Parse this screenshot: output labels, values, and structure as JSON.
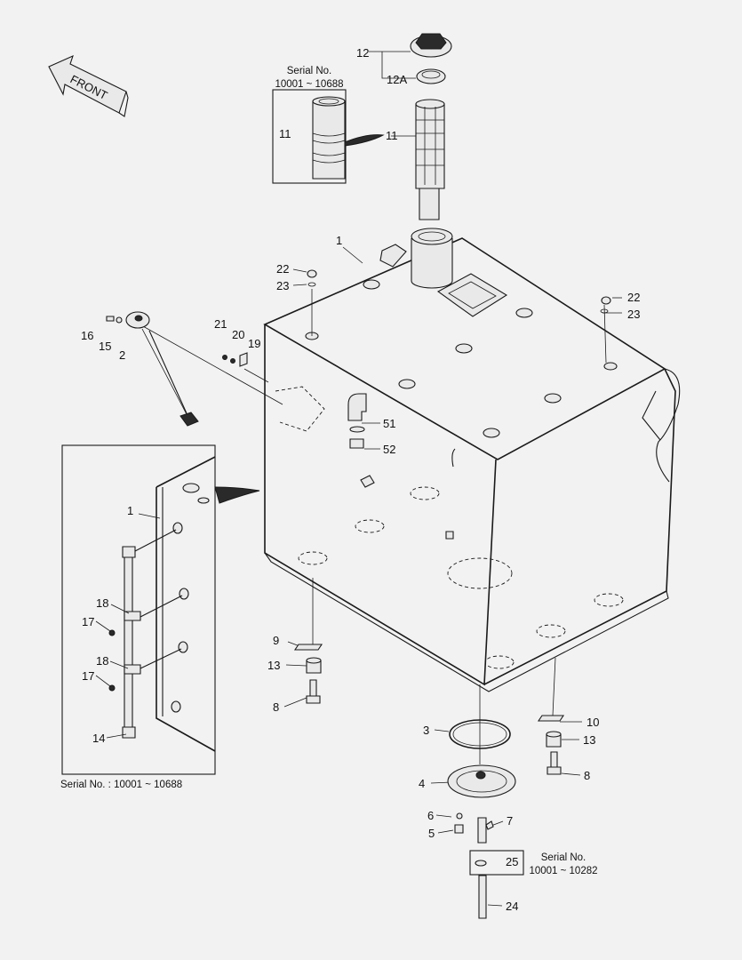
{
  "labels": {
    "p1": "1",
    "p1b": "1",
    "p2": "2",
    "p3": "3",
    "p4": "4",
    "p5": "5",
    "p6": "6",
    "p7": "7",
    "p8a": "8",
    "p8b": "8",
    "p9": "9",
    "p10": "10",
    "p11a": "11",
    "p11b": "11",
    "p12": "12",
    "p12a": "12A",
    "p13a": "13",
    "p13b": "13",
    "p14": "14",
    "p15": "15",
    "p16": "16",
    "p17a": "17",
    "p17b": "17",
    "p18a": "18",
    "p18b": "18",
    "p19": "19",
    "p20": "20",
    "p21": "21",
    "p22a": "22",
    "p22b": "22",
    "p23a": "23",
    "p23b": "23",
    "p24": "24",
    "p25": "25",
    "p51": "51",
    "p52": "52"
  },
  "front_arrow": "FRONT",
  "notes": {
    "serial_top_line1": "Serial No.",
    "serial_top_line2": "10001 ~ 10688",
    "serial_inset": "Serial No. : 10001 ~ 10688",
    "serial_bottom_line1": "Serial No.",
    "serial_bottom_line2": "10001 ~ 10282"
  }
}
